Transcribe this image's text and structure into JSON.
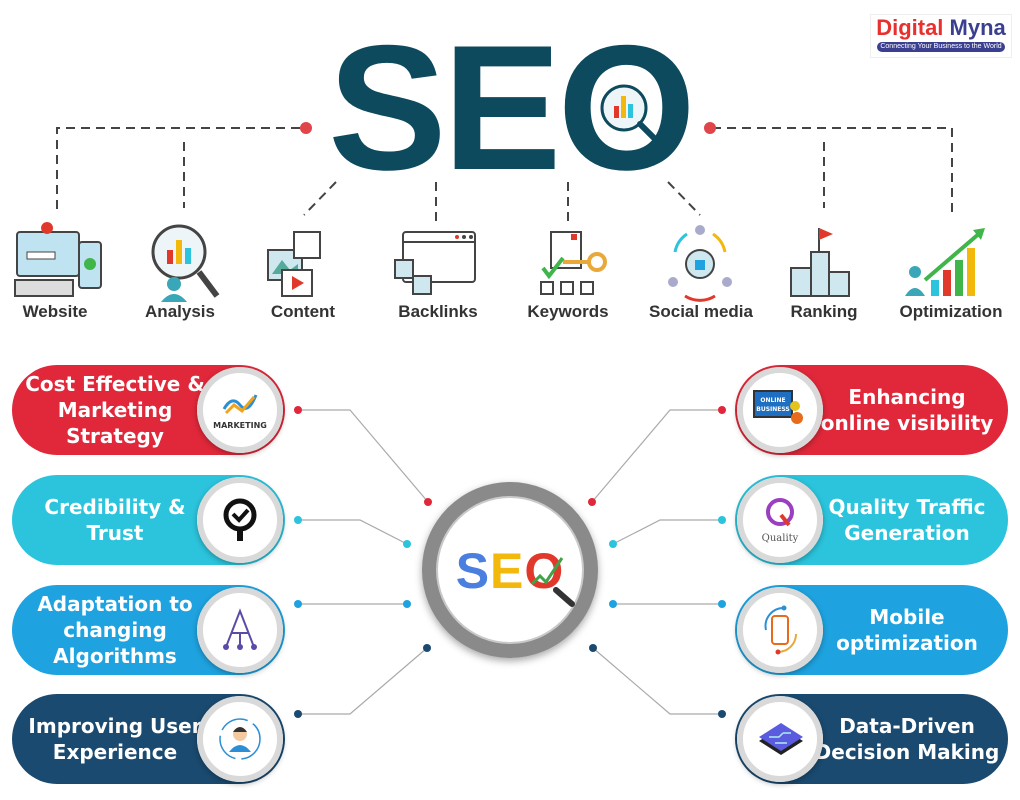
{
  "title": "SEO",
  "logo": {
    "brand_part1": "Digital",
    "brand_part2": "Myna",
    "tagline": "Connecting Your Business to the World"
  },
  "top_items": [
    {
      "label": "Website",
      "icon": "website-icon"
    },
    {
      "label": "Analysis",
      "icon": "analysis-icon"
    },
    {
      "label": "Content",
      "icon": "content-icon"
    },
    {
      "label": "Backlinks",
      "icon": "backlinks-icon"
    },
    {
      "label": "Keywords",
      "icon": "keywords-icon"
    },
    {
      "label": "Social media",
      "icon": "social-media-icon"
    },
    {
      "label": "Ranking",
      "icon": "ranking-icon"
    },
    {
      "label": "Optimization",
      "icon": "optimization-icon"
    }
  ],
  "center": {
    "letters": [
      "S",
      "E",
      "O"
    ],
    "colors": [
      "#4a7fe0",
      "#f2b90c",
      "#e0392b"
    ]
  },
  "benefits_left": [
    {
      "label": "Cost Effective & Marketing Strategy",
      "icon_text": "MARKETING",
      "icon": "marketing-icon",
      "color": "#e0283a"
    },
    {
      "label": "Credibility & Trust",
      "icon": "trust-badge-icon",
      "color": "#2bc4dc"
    },
    {
      "label": "Adaptation to changing Algorithms",
      "icon": "algorithm-icon",
      "color": "#1ea3e0"
    },
    {
      "label": "Improving User Experience",
      "icon": "user-icon",
      "color": "#1a4a70"
    }
  ],
  "benefits_right": [
    {
      "label": "Enhancing online visibility",
      "icon_text": "ONLINE BUSINESS",
      "icon": "online-business-icon",
      "color": "#e0283a"
    },
    {
      "label": "Quality Traffic Generation",
      "icon_text": "Quality",
      "icon": "quality-icon",
      "color": "#2bc4dc"
    },
    {
      "label": "Mobile optimization",
      "icon": "mobile-icon",
      "color": "#1ea3e0"
    },
    {
      "label": "Data-Driven Decision Making",
      "icon": "data-chip-icon",
      "color": "#1a4a70"
    }
  ],
  "colors": {
    "title": "#0d4a5e",
    "connector_dot": "#e0454a"
  }
}
